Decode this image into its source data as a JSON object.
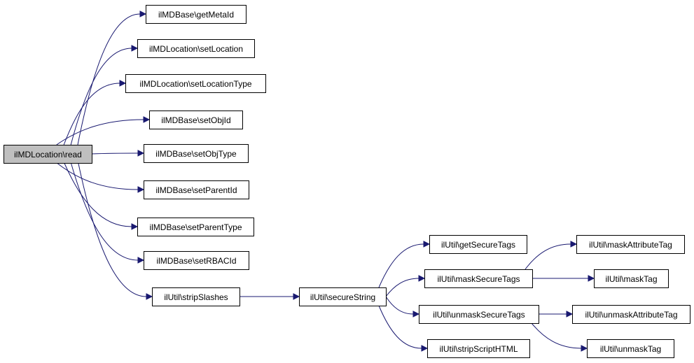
{
  "colors": {
    "edge": "#191970",
    "node_fill": "#ffffff",
    "root_fill": "#bfbfbf",
    "border": "#000000"
  },
  "root": "ilMDLocation\\read",
  "nodes": {
    "read": "ilMDLocation\\read",
    "getMetaId": "ilMDBase\\getMetaId",
    "setLocation": "ilMDLocation\\setLocation",
    "setLocationType": "ilMDLocation\\setLocationType",
    "setObjId": "ilMDBase\\setObjId",
    "setObjType": "ilMDBase\\setObjType",
    "setParentId": "ilMDBase\\setParentId",
    "setParentType": "ilMDBase\\setParentType",
    "setRBACId": "ilMDBase\\setRBACId",
    "stripSlashes": "ilUtil\\stripSlashes",
    "secureString": "ilUtil\\secureString",
    "getSecureTags": "ilUtil\\getSecureTags",
    "maskSecureTags": "ilUtil\\maskSecureTags",
    "unmaskSecureTags": "ilUtil\\unmaskSecureTags",
    "stripScriptHTML": "ilUtil\\stripScriptHTML",
    "maskAttributeTag": "ilUtil\\maskAttributeTag",
    "maskTag": "ilUtil\\maskTag",
    "unmaskAttributeTag": "ilUtil\\unmaskAttributeTag",
    "unmaskTag": "ilUtil\\unmaskTag"
  },
  "edges": [
    [
      "read",
      "getMetaId"
    ],
    [
      "read",
      "setLocation"
    ],
    [
      "read",
      "setLocationType"
    ],
    [
      "read",
      "setObjId"
    ],
    [
      "read",
      "setObjType"
    ],
    [
      "read",
      "setParentId"
    ],
    [
      "read",
      "setParentType"
    ],
    [
      "read",
      "setRBACId"
    ],
    [
      "read",
      "stripSlashes"
    ],
    [
      "stripSlashes",
      "secureString"
    ],
    [
      "secureString",
      "getSecureTags"
    ],
    [
      "secureString",
      "maskSecureTags"
    ],
    [
      "secureString",
      "unmaskSecureTags"
    ],
    [
      "secureString",
      "stripScriptHTML"
    ],
    [
      "maskSecureTags",
      "maskAttributeTag"
    ],
    [
      "maskSecureTags",
      "maskTag"
    ],
    [
      "unmaskSecureTags",
      "unmaskAttributeTag"
    ],
    [
      "unmaskSecureTags",
      "unmaskTag"
    ]
  ]
}
